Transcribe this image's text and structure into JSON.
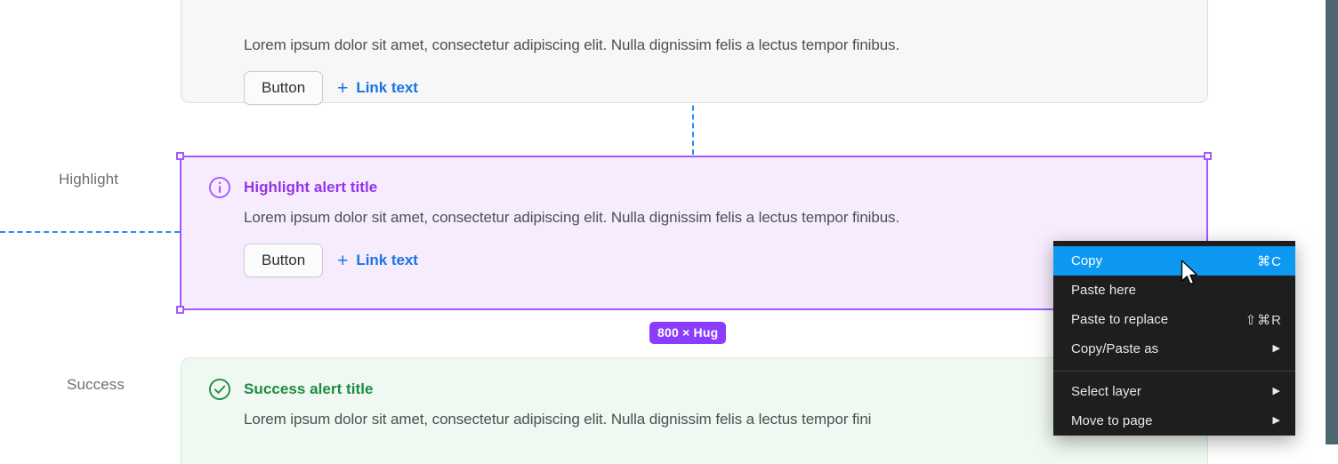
{
  "canvas": {
    "background": "#ffffff",
    "right_band_color": "#4d6670",
    "guide_color": "#1e90ff"
  },
  "labels": {
    "highlight": "Highlight",
    "success": "Success"
  },
  "alerts": [
    {
      "id": "neutral",
      "title": "",
      "body": "Lorem ipsum dolor sit amet, consectetur adipiscing elit. Nulla dignissim felis a lectus tempor finibus.",
      "button": "Button",
      "link": "Link text",
      "plus": "+",
      "bg": "#f7f7f7",
      "border": "#dcdcdc"
    },
    {
      "id": "highlight",
      "icon": "info-circle-icon",
      "title": "Highlight alert title",
      "body": "Lorem ipsum dolor sit amet, consectetur adipiscing elit. Nulla dignissim felis a lectus tempor finibus.",
      "button": "Button",
      "link": "Link text",
      "plus": "+",
      "bg": "#f7ecfd",
      "accent": "#9333ea"
    },
    {
      "id": "success",
      "icon": "check-circle-icon",
      "title": "Success alert title",
      "body": "Lorem ipsum dolor sit amet, consectetur adipiscing elit. Nulla dignissim felis a lectus tempor fini",
      "bg": "#eff8f1",
      "accent": "#1e8a44"
    }
  ],
  "selection": {
    "size_badge": "800 × Hug",
    "handle_color": "#a259ff",
    "badge_color": "#8b3dff"
  },
  "context_menu": {
    "highlight_color": "#0d99f2",
    "background": "#1e1e1e",
    "groups": [
      {
        "items": [
          {
            "label": "Copy",
            "shortcut": "⌘C",
            "selected": true,
            "submenu": false
          },
          {
            "label": "Paste here",
            "shortcut": "",
            "selected": false,
            "submenu": false
          },
          {
            "label": "Paste to replace",
            "shortcut": "⇧⌘R",
            "selected": false,
            "submenu": false
          },
          {
            "label": "Copy/Paste as",
            "shortcut": "",
            "selected": false,
            "submenu": true
          }
        ]
      },
      {
        "items": [
          {
            "label": "Select layer",
            "shortcut": "",
            "selected": false,
            "submenu": true
          },
          {
            "label": "Move to page",
            "shortcut": "",
            "selected": false,
            "submenu": true
          }
        ]
      }
    ]
  }
}
